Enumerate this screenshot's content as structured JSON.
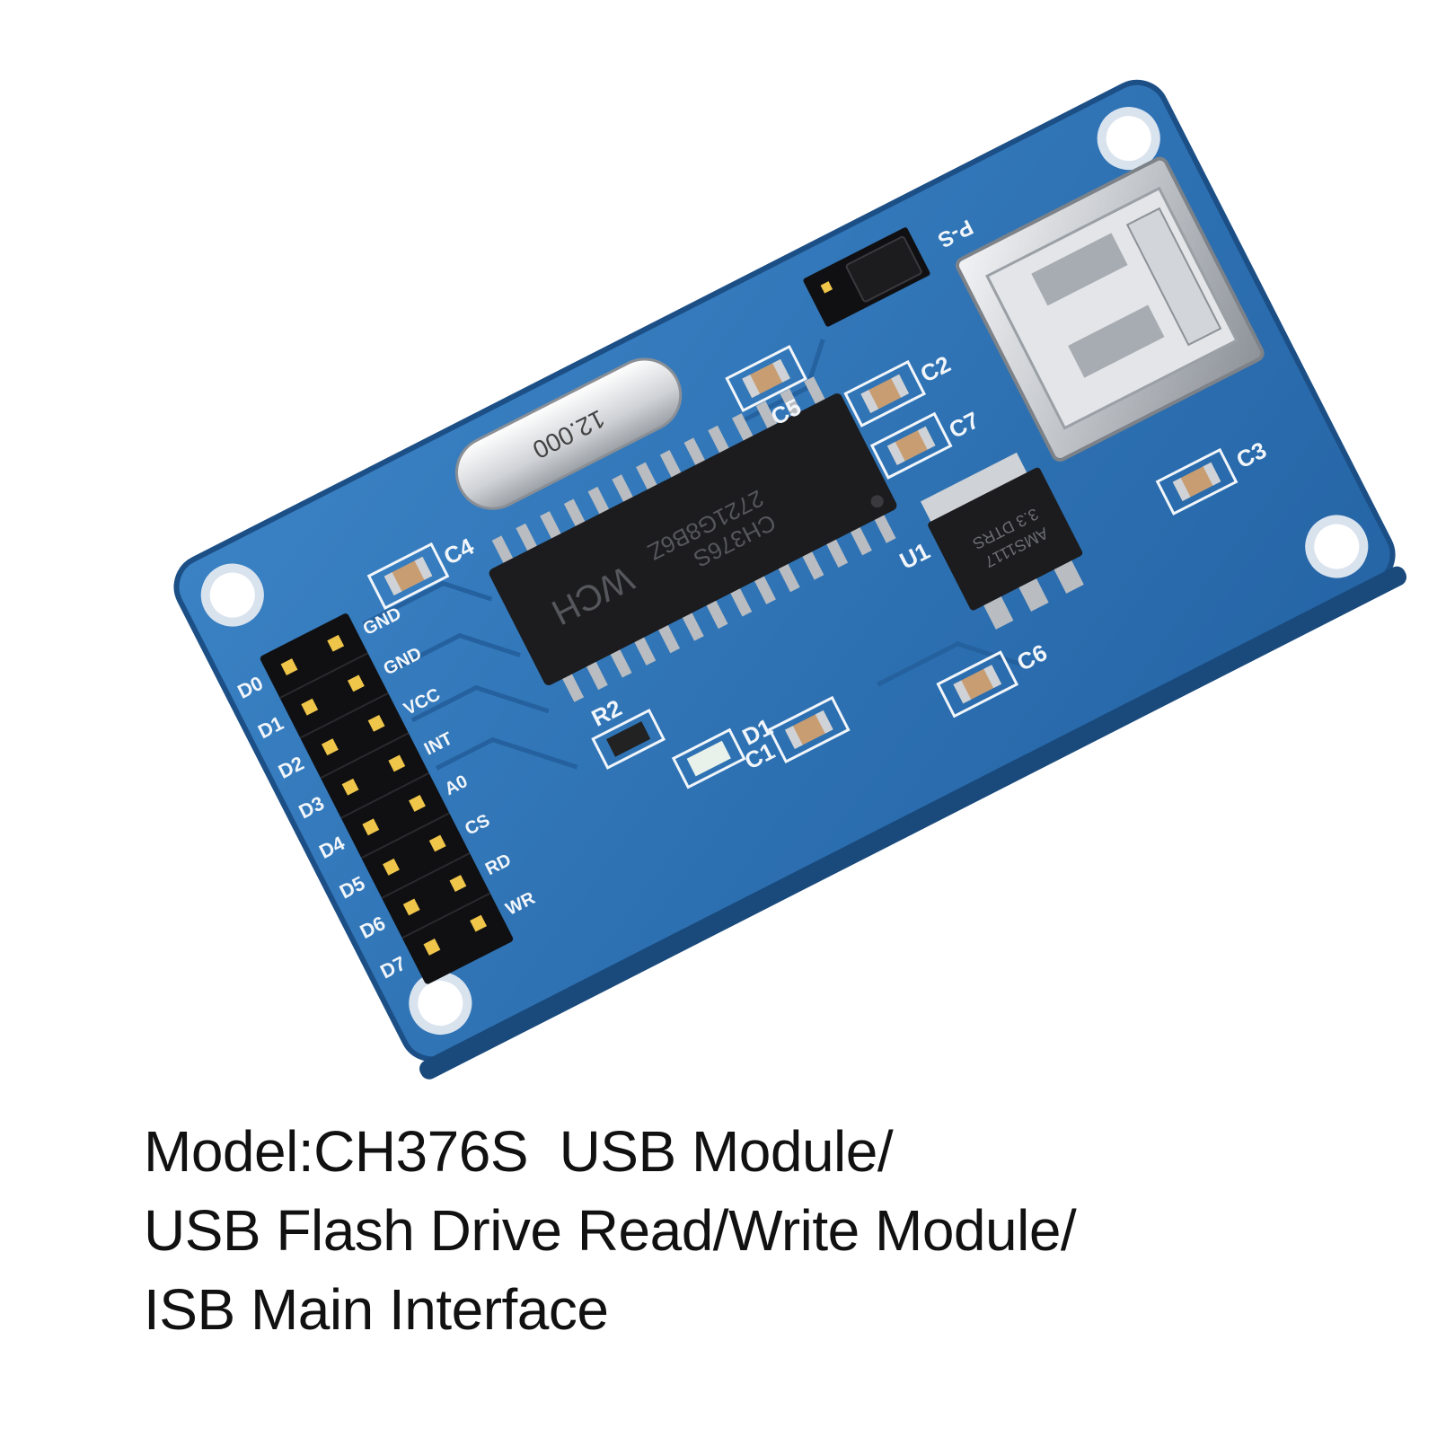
{
  "caption": {
    "line1": "Model:CH376S  USB Module/",
    "line2": "USB Flash Drive Read/Write Module/",
    "line3": "ISB Main Interface"
  },
  "board": {
    "chip_line1": "CH376S",
    "chip_line2": "2721G8B6Z",
    "chip_logo": "WCH",
    "crystal": "12.000",
    "regulator_line1": "AMS1117",
    "regulator_line2": "3.3 DTRS",
    "silk": {
      "c1": "C1",
      "c2": "C2",
      "c3": "C3",
      "c4": "C4",
      "c5": "C5",
      "c6": "C6",
      "c7": "C7",
      "r2": "R2",
      "d1": "D1",
      "u1": "U1",
      "ps": "P-S",
      "header_left": [
        "D0",
        "D1",
        "D2",
        "D3",
        "D4",
        "D5",
        "D6",
        "D7"
      ],
      "header_right": [
        "GND",
        "GND",
        "VCC",
        "INT",
        "A0",
        "CS",
        "RD",
        "WR"
      ]
    }
  },
  "colors": {
    "pcb": "#2f73b7",
    "pcb_dark": "#1f5a96",
    "silk": "#f2f6fa",
    "chip": "#1c1c1e",
    "metal": "#c9ccd0"
  }
}
